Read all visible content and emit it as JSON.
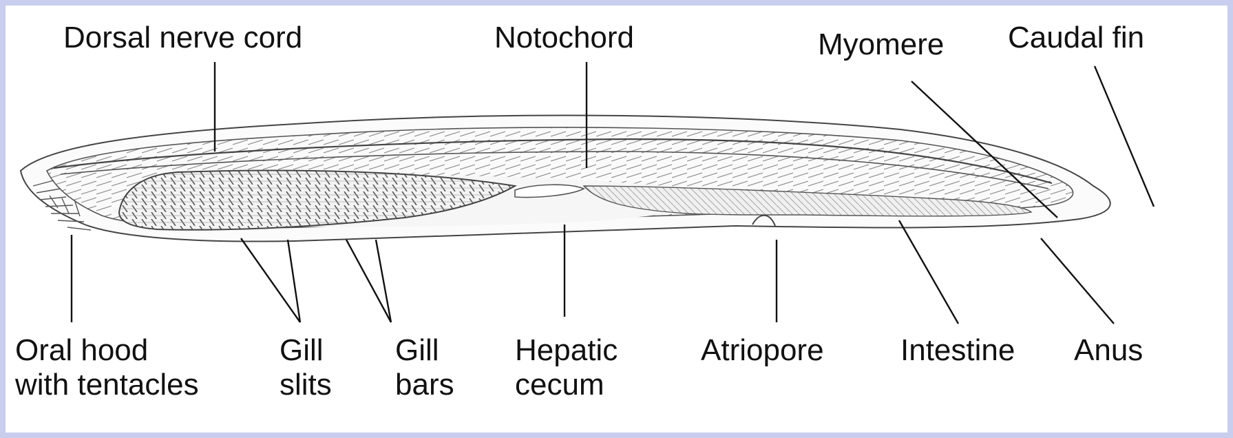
{
  "labels": {
    "dorsal_nerve_cord": "Dorsal nerve cord",
    "notochord": "Notochord",
    "myomere": "Myomere",
    "caudal_fin": "Caudal fin",
    "oral_hood_line1": "Oral hood",
    "oral_hood_line2": "with tentacles",
    "gill_slits_line1": "Gill",
    "gill_slits_line2": "slits",
    "gill_bars_line1": "Gill",
    "gill_bars_line2": "bars",
    "hepatic_cecum_line1": "Hepatic",
    "hepatic_cecum_line2": "cecum",
    "atriopore": "Atriopore",
    "intestine": "Intestine",
    "anus": "Anus"
  },
  "colors": {
    "frame": "#c9cdee",
    "background": "#ffffff",
    "ink": "#111111",
    "body_shade": "#e4e4e4"
  }
}
